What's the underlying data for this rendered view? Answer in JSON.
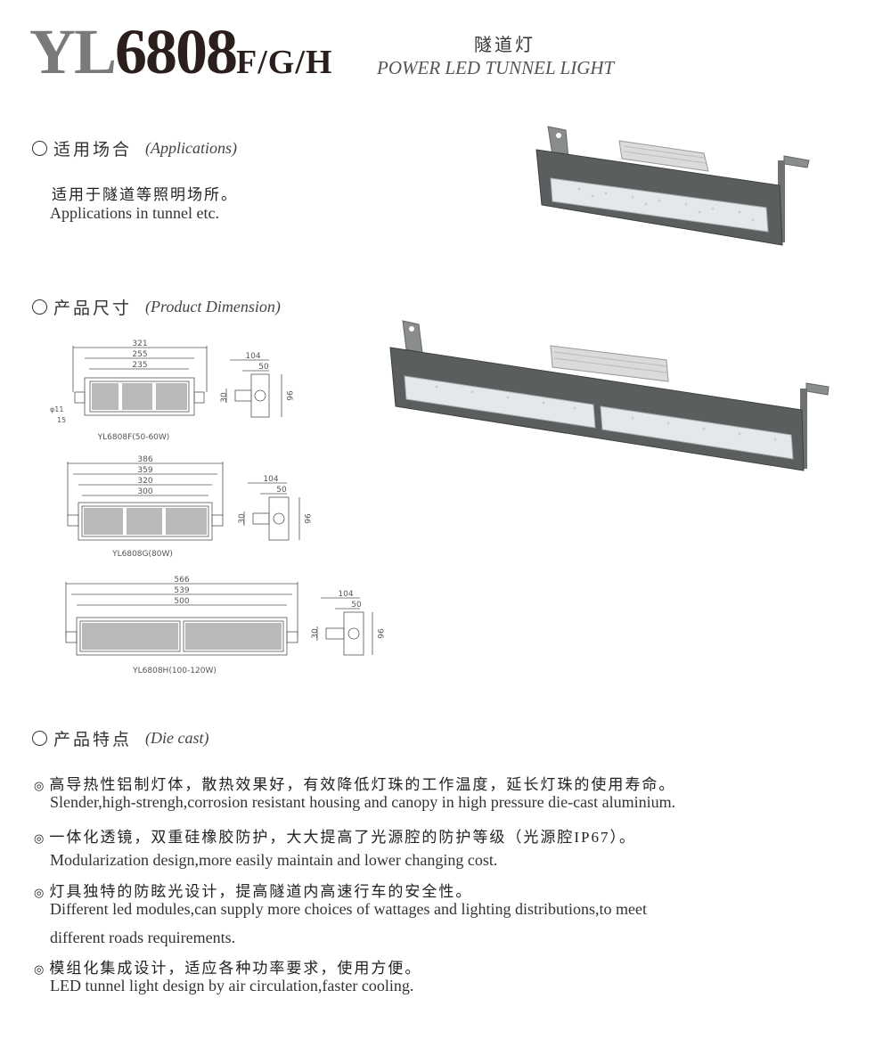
{
  "header": {
    "model_prefix": "YL",
    "model_number": "6808",
    "model_suffix": "F/G/H",
    "title_cn": "隧道灯",
    "title_en": "POWER LED TUNNEL LIGHT"
  },
  "applications": {
    "heading_cn": "适用场合",
    "heading_en": "(Applications)",
    "text_cn": "适用于隧道等照明场所。",
    "text_en": "Applications in tunnel etc."
  },
  "dimension": {
    "heading_cn": "产品尺寸",
    "heading_en": "(Product Dimension)",
    "drawings": [
      {
        "caption": "YL6808F(50-60W)",
        "dims": [
          "321",
          "255",
          "235"
        ],
        "side": [
          "104",
          "50",
          "30",
          "96"
        ],
        "extra": [
          "15",
          "φ11"
        ]
      },
      {
        "caption": "YL6808G(80W)",
        "dims": [
          "386",
          "359",
          "320",
          "300"
        ],
        "side": [
          "104",
          "50",
          "30",
          "96"
        ]
      },
      {
        "caption": "YL6808H(100-120W)",
        "dims": [
          "566",
          "539",
          "500"
        ],
        "side": [
          "104",
          "50",
          "30",
          "96"
        ]
      }
    ]
  },
  "features": {
    "heading_cn": "产品特点",
    "heading_en": "(Die cast)",
    "bullet": "◎",
    "items": [
      {
        "cn": "高导热性铝制灯体，散热效果好，有效降低灯珠的工作温度，延长灯珠的使用寿命。",
        "en": [
          "Slender,high-strengh,corrosion resistant housing and canopy in  high pressure die-cast aluminium."
        ]
      },
      {
        "cn": "一体化透镜，双重硅橡胶防护，大大提高了光源腔的防护等级（光源腔IP67）。",
        "en": [
          "Modularization design,more easily maintain and lower changing cost."
        ]
      },
      {
        "cn": "灯具独特的防眩光设计，提高隧道内高速行车的安全性。",
        "en": [
          "Different led modules,can supply more choices of wattages and  lighting distributions,to meet",
          "different roads requirements."
        ]
      },
      {
        "cn": "模组化集成设计，适应各种功率要求，使用方便。",
        "en": [
          "LED tunnel light design by air circulation,faster cooling."
        ]
      }
    ]
  },
  "colors": {
    "housing": "#5b5e5f",
    "lens": "#e4e8ea",
    "line": "#555555"
  }
}
